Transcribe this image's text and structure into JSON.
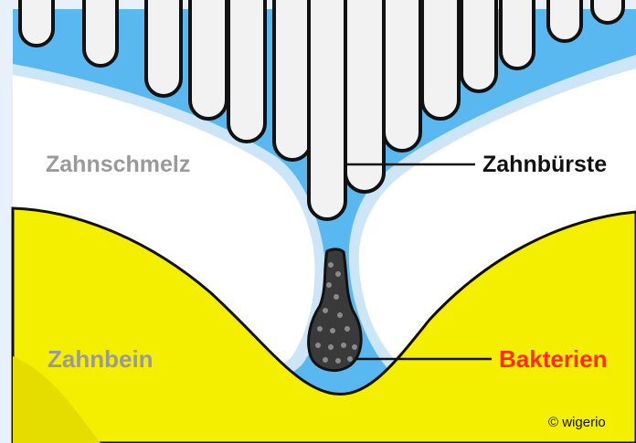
{
  "labels": {
    "enamel": "Zahnschmelz",
    "toothbrush": "Zahnbürste",
    "dentin": "Zahnbein",
    "bacteria": "Bakterien",
    "copyright": "© wigerio"
  },
  "colors": {
    "background": "#e8f1fb",
    "enamel": "#ffffff",
    "enamel_edge": "#cde6f7",
    "dentin": "#f4ee00",
    "gap": "#5ab8f0",
    "bristle": "#f2f2f2",
    "bacteria_label": "#ff2a1a",
    "muted_label": "#9a9a9a"
  }
}
